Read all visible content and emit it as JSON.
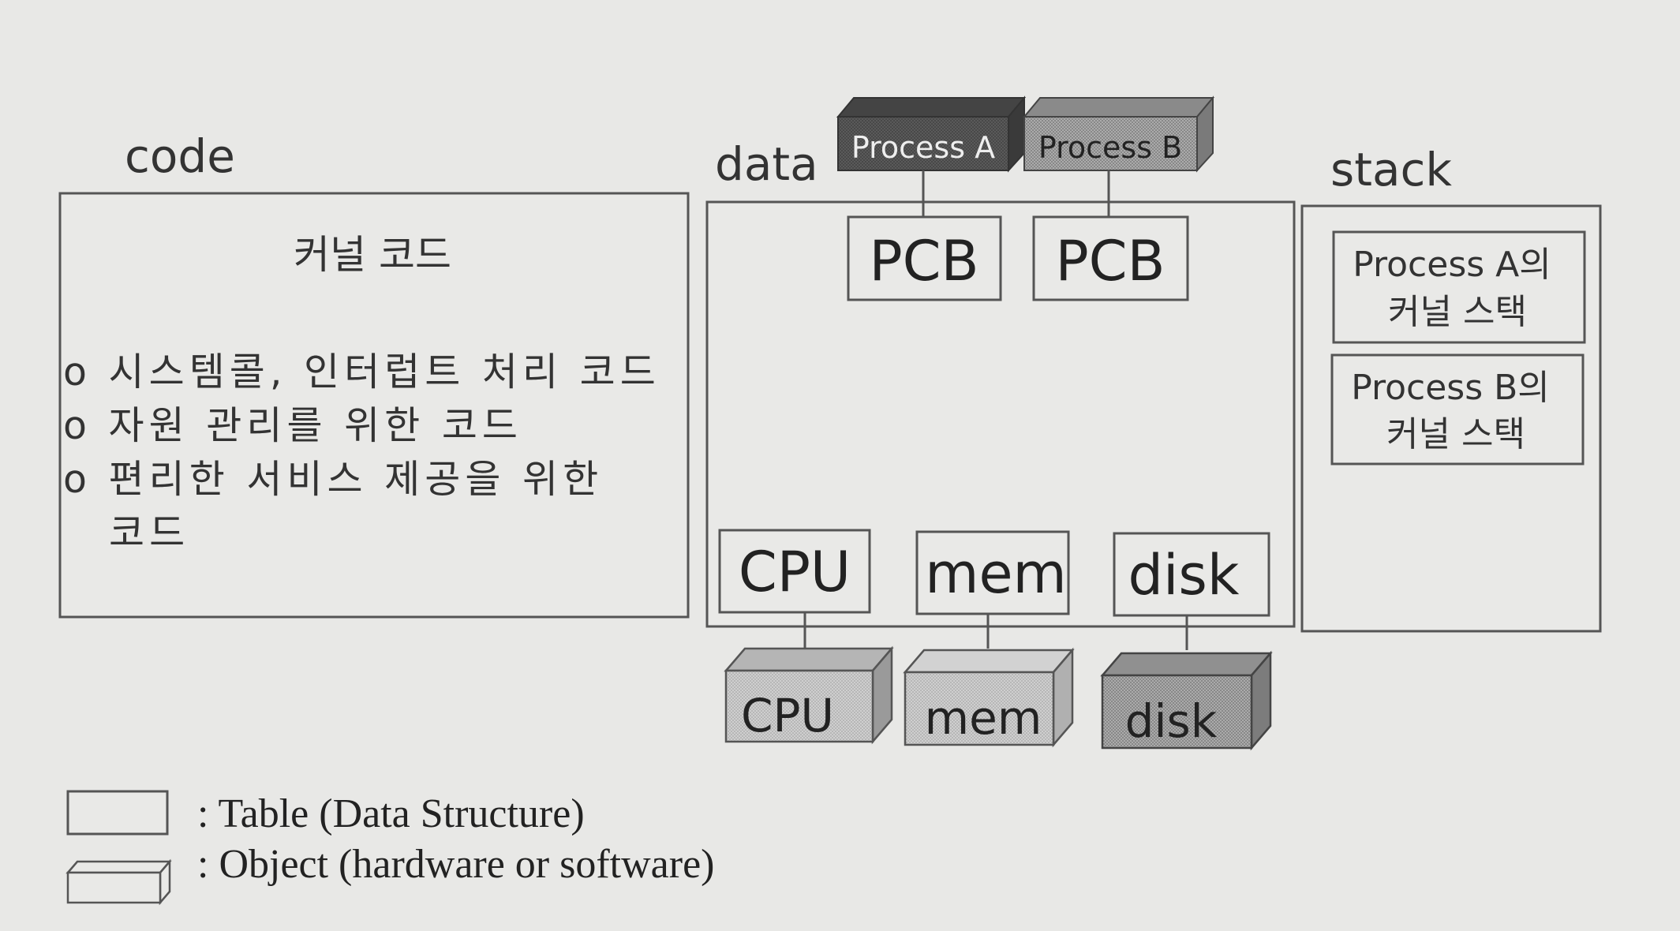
{
  "sections": {
    "code_label": "code",
    "data_label": "data",
    "stack_label": "stack"
  },
  "code_box": {
    "title": "커널 코드",
    "items": [
      "o 시스템콜, 인터럽트 처리 코드",
      "o 자원 관리를 위한 코드",
      "o 편리한 서비스 제공을 위한"
    ],
    "item3_continuation": "코드"
  },
  "processes": {
    "a_label": "Process A",
    "b_label": "Process B"
  },
  "pcb": {
    "a_label": "PCB",
    "b_label": "PCB"
  },
  "hardware_tables": {
    "cpu": "CPU",
    "mem": "mem",
    "disk": "disk"
  },
  "hardware_objects": {
    "cpu": "CPU",
    "mem": "mem",
    "disk": "disk"
  },
  "stack_box": {
    "a_line1": "Process A의",
    "a_line2": "커널 스택",
    "b_line1": "Process B의",
    "b_line2": "커널 스택"
  },
  "legend": {
    "table_text": ":  Table  (Data Structure)",
    "object_text": ":  Object (hardware or software)"
  },
  "colors": {
    "background": "#e8e8e6",
    "process_a_fill": "#5b5b5b",
    "process_b_fill": "#9c9c9c",
    "object_fill": "#c8c8c8",
    "disk_object_fill": "#a8a8a8"
  }
}
